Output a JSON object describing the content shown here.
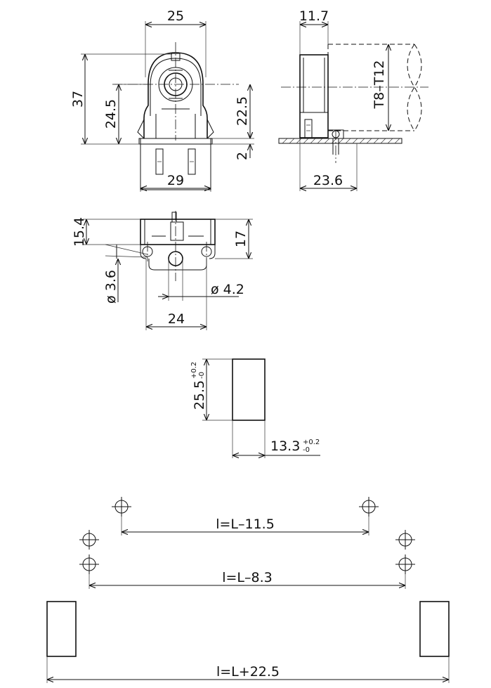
{
  "front_view": {
    "width": "25",
    "height": "37",
    "rotor_height": "24.5",
    "center_height": "22.5",
    "base_offset": "2",
    "base_width": "29"
  },
  "side_view": {
    "depth": "11.7",
    "lamp_range": "T8–T12",
    "overall_depth": "23.6"
  },
  "bottom_view": {
    "height_a": "15.4",
    "height_b": "17",
    "hole_small": "ø 3.6",
    "hole_large": "ø 4.2",
    "hole_spacing": "24"
  },
  "cutout": {
    "height": "25.5",
    "height_tol_plus": "+0.2",
    "height_tol_minus": "-0",
    "width": "13.3",
    "width_tol_plus": "+0.2",
    "width_tol_minus": "-0"
  },
  "spacing": {
    "row1": "l=L–11.5",
    "row2": "l=L–8.3",
    "row3": "l=L+22.5"
  }
}
